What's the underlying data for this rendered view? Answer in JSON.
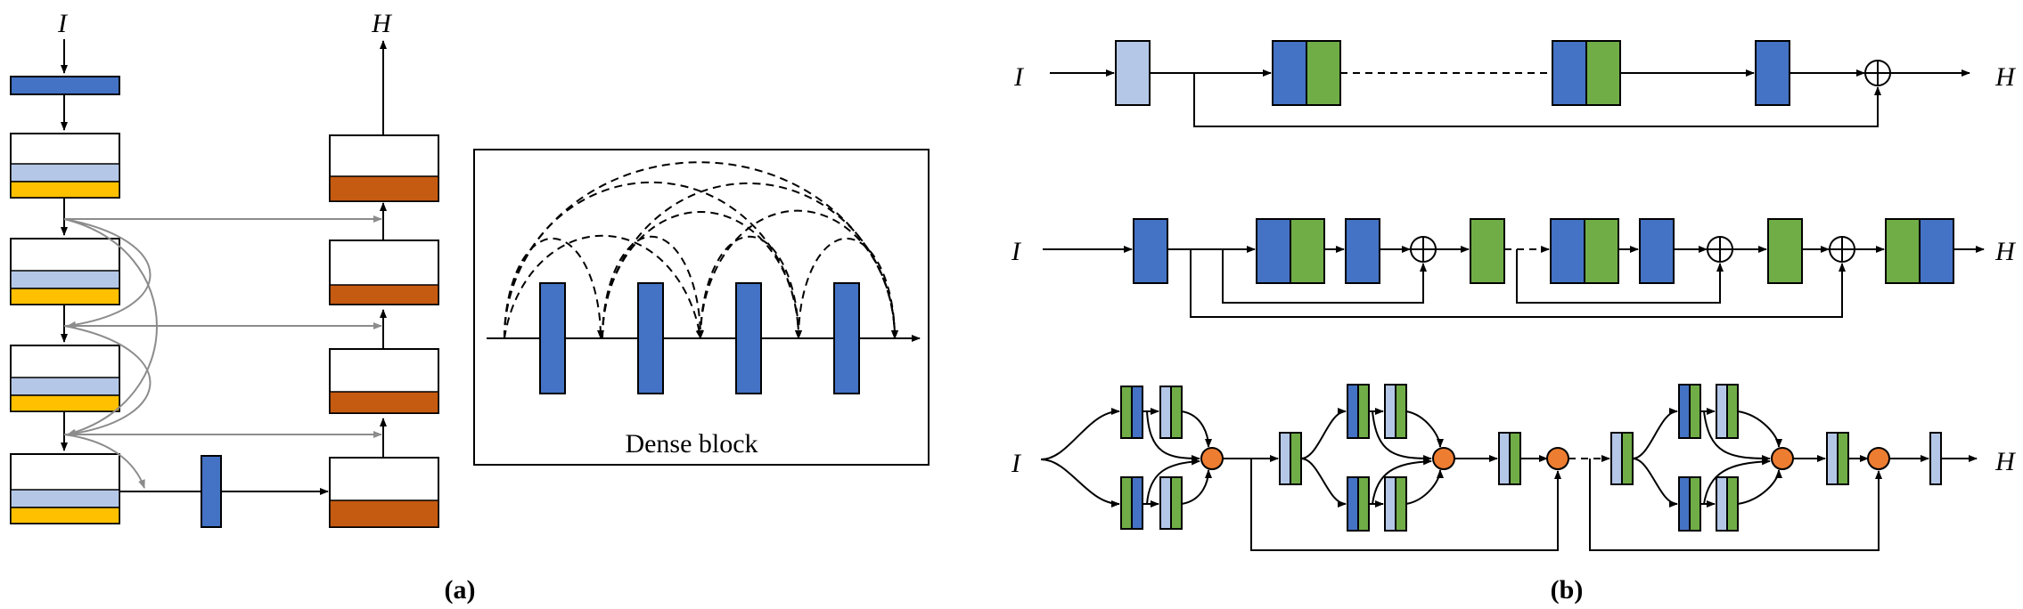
{
  "labels": {
    "a_input": "I",
    "a_output": "H",
    "dense_block": "Dense block",
    "caption_a": "(a)",
    "caption_b": "(b)",
    "b_row1_input": "I",
    "b_row1_output": "H",
    "b_row2_input": "I",
    "b_row2_output": "H",
    "b_row3_input": "I",
    "b_row3_output": "H"
  },
  "colors": {
    "blue": "#4472C4",
    "light_blue": "#B4C7E7",
    "green": "#70AD47",
    "yellow": "#FFC000",
    "orange_brown": "#C55A11",
    "orange_node": "#ED7D31",
    "gray_arrow": "#8C8C8C"
  }
}
